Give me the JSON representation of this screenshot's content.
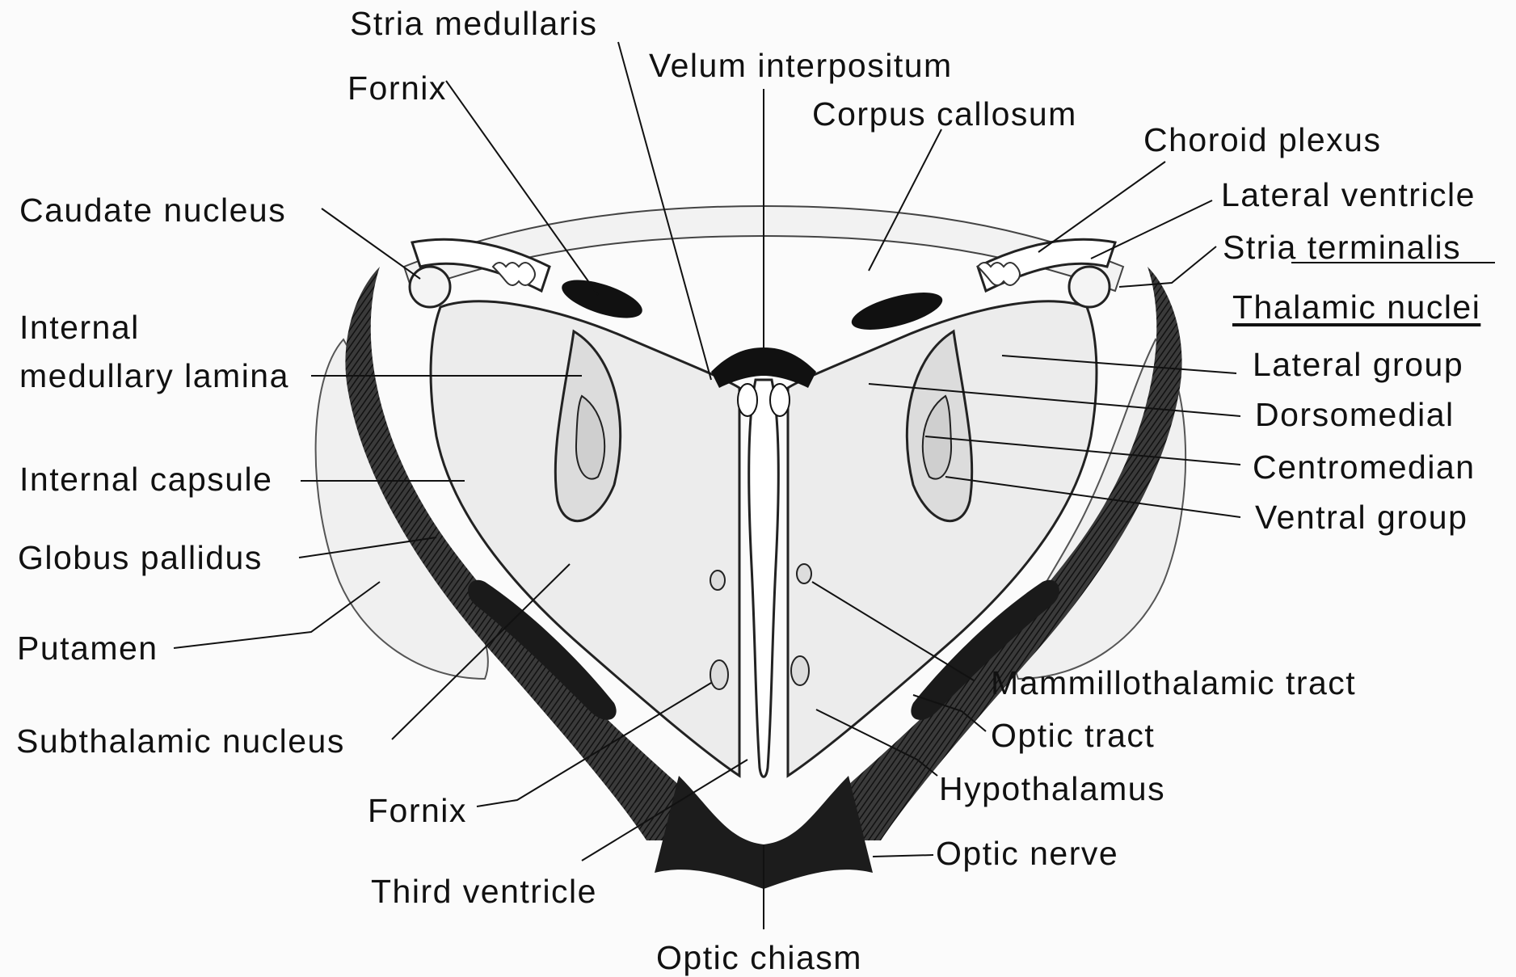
{
  "colors": {
    "background": "#fbfbfb",
    "ink": "#111111",
    "tract": "#1b1b1b",
    "nucleus_fill": "#e6e6e6",
    "light_fill": "#f1f1f1"
  },
  "labels": {
    "stria_medullaris": "Stria medullaris",
    "velum_interpositum": "Velum interpositum",
    "fornix_top": "Fornix",
    "corpus_callosum": "Corpus callosum",
    "choroid_plexus": "Choroid plexus",
    "caudate_nucleus": "Caudate nucleus",
    "lateral_ventricle": "Lateral ventricle",
    "stria_terminalis": "Stria terminalis",
    "thalamic_nuclei": "Thalamic nuclei",
    "internal_medullary_lamina_1": "Internal",
    "internal_medullary_lamina_2": "medullary lamina",
    "lateral_group": "Lateral group",
    "dorsomedial": "Dorsomedial",
    "centromedian": "Centromedian",
    "ventral_group": "Ventral group",
    "internal_capsule": "Internal capsule",
    "globus_pallidus": "Globus pallidus",
    "putamen": "Putamen",
    "mammillothalamic_tract": "Mammillothalamic tract",
    "optic_tract": "Optic tract",
    "subthalamic_nucleus": "Subthalamic nucleus",
    "hypothalamus": "Hypothalamus",
    "fornix_bottom": "Fornix",
    "optic_nerve": "Optic nerve",
    "third_ventricle": "Third ventricle",
    "optic_chiasm": "Optic chiasm"
  }
}
